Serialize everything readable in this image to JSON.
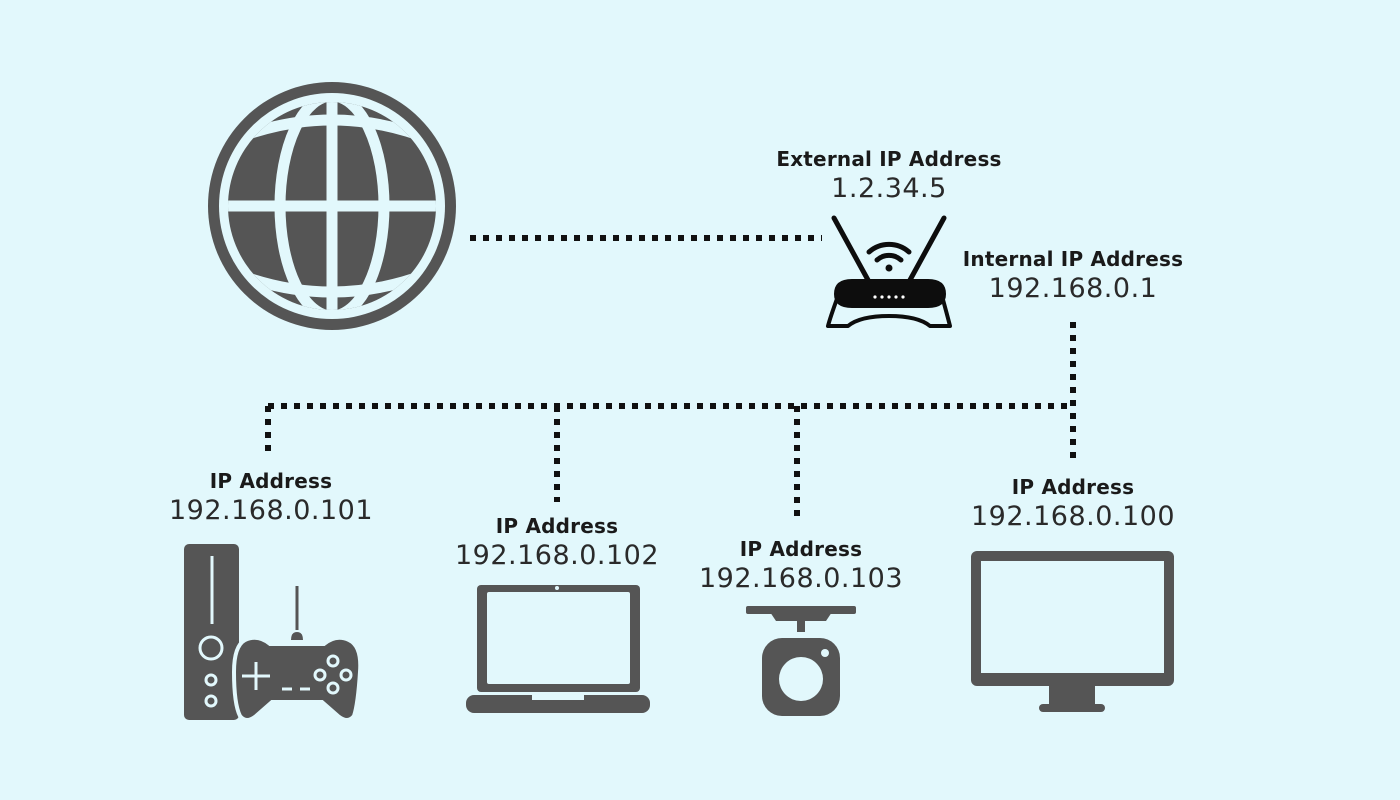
{
  "colors": {
    "background": "#e2f8fc",
    "icon_fill": "#555555",
    "router_fill": "#0d0d0d",
    "connector": "#111111"
  },
  "internet": {
    "icon": "globe-icon"
  },
  "router": {
    "icon": "wifi-router-icon",
    "external_title": "External IP Address",
    "external_ip": "1.2.34.5",
    "internal_title": "Internal IP Address",
    "internal_ip": "192.168.0.1"
  },
  "devices": [
    {
      "name": "game-console",
      "icon": "game-console-icon",
      "title": "IP Address",
      "ip": "192.168.0.101"
    },
    {
      "name": "laptop",
      "icon": "laptop-icon",
      "title": "IP Address",
      "ip": "192.168.0.102"
    },
    {
      "name": "security-camera",
      "icon": "security-camera-icon",
      "title": "IP Address",
      "ip": "192.168.0.103"
    },
    {
      "name": "desktop-monitor",
      "icon": "monitor-icon",
      "title": "IP Address",
      "ip": "192.168.0.100"
    }
  ],
  "connections": [
    {
      "from": "internet",
      "to": "router",
      "style": "dotted"
    },
    {
      "from": "router",
      "to": "lan-bus",
      "style": "dotted"
    },
    {
      "from": "lan-bus",
      "to": "game-console",
      "style": "dotted"
    },
    {
      "from": "lan-bus",
      "to": "laptop",
      "style": "dotted"
    },
    {
      "from": "lan-bus",
      "to": "security-camera",
      "style": "dotted"
    },
    {
      "from": "lan-bus",
      "to": "desktop-monitor",
      "style": "dotted"
    }
  ]
}
